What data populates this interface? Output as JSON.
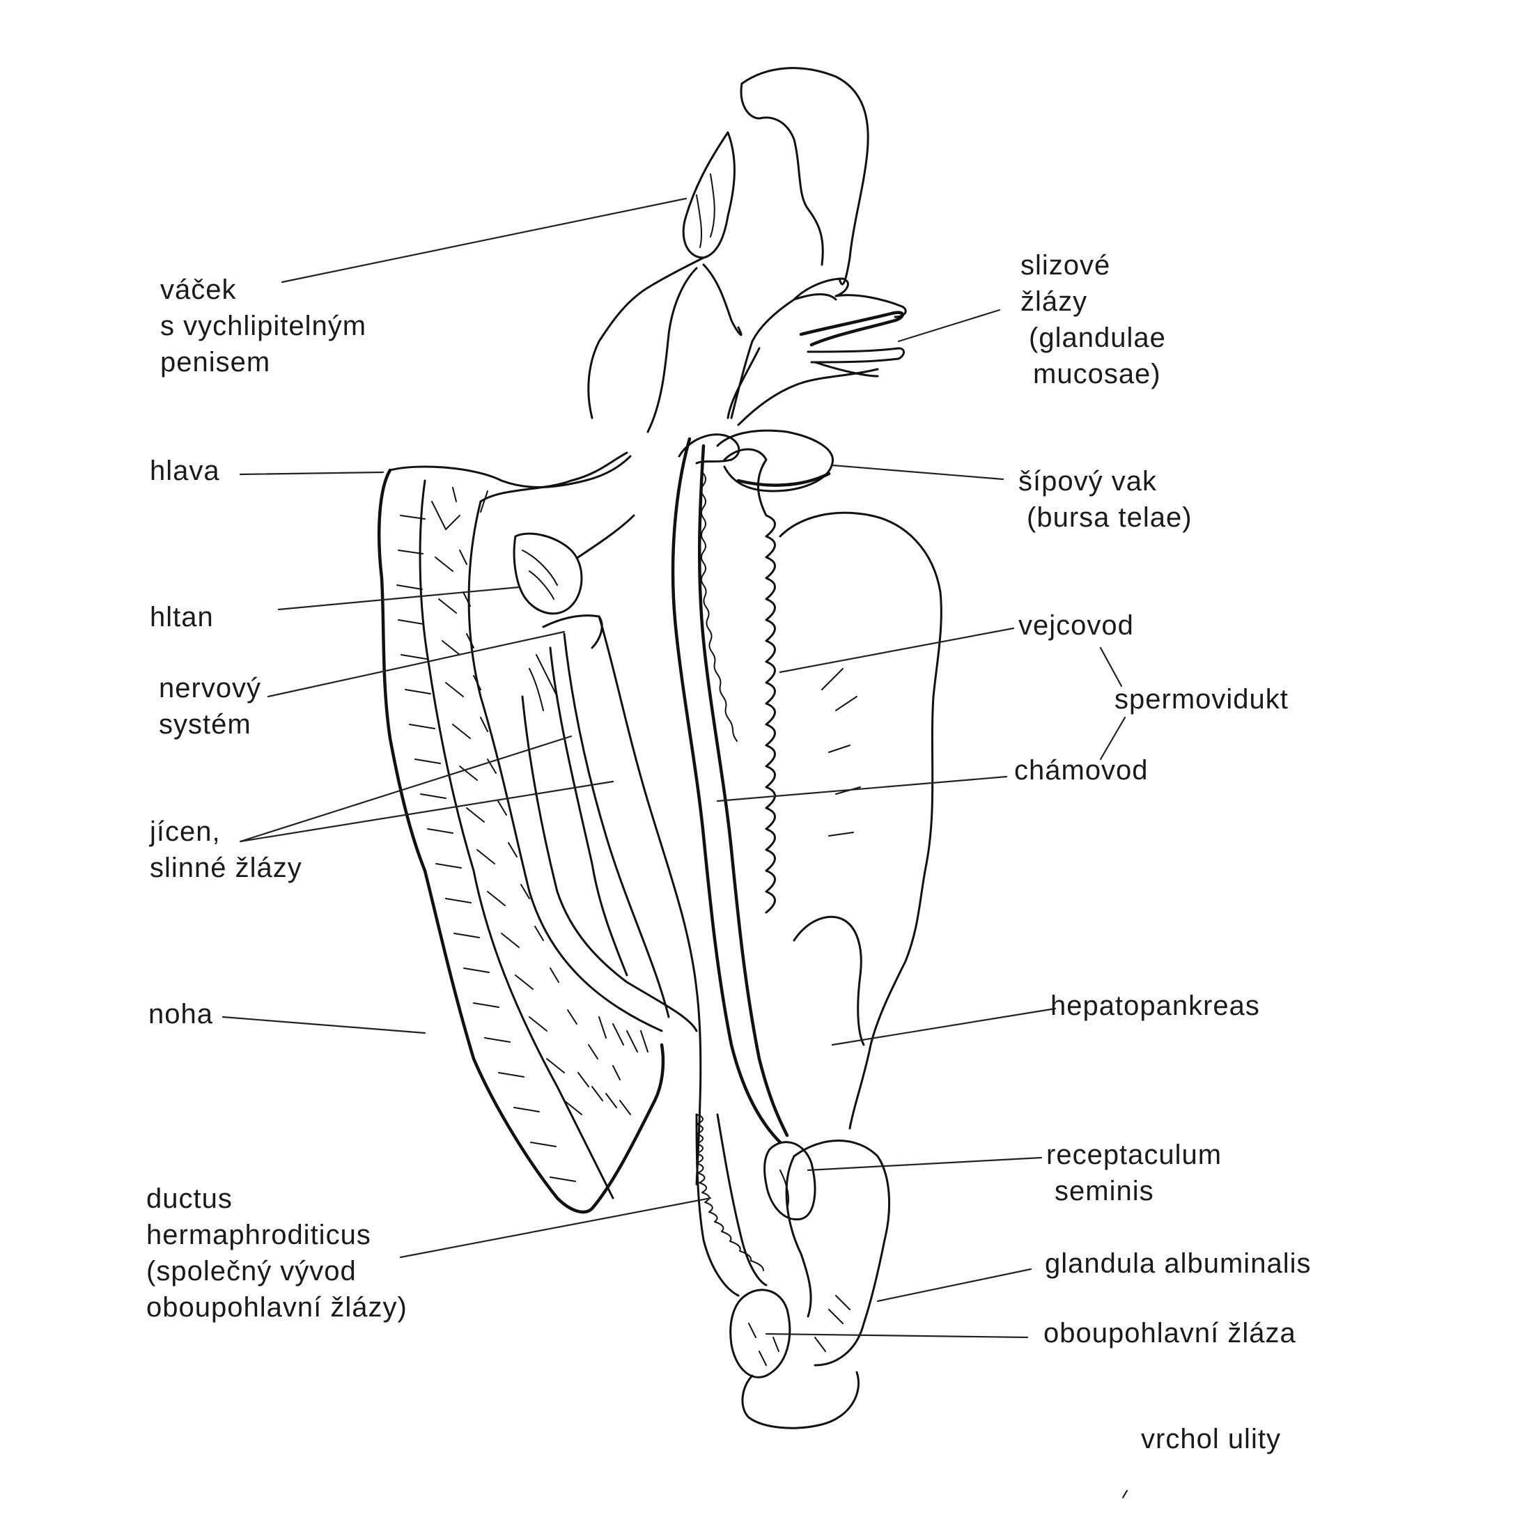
{
  "labels": {
    "vacek_1": "váček",
    "vacek_2": "s vychlipitelným",
    "vacek_3": "penisem",
    "hlava": "hlava",
    "hltan": "hltan",
    "nervovy_1": "nervový",
    "nervovy_2": "systém",
    "jicen_1": "jícen,",
    "jicen_2": "slinné žlázy",
    "noha": "noha",
    "ductus_1": "ductus",
    "ductus_2": "hermaphroditicus",
    "ductus_3": "(společný vývod",
    "ductus_4": "oboupohlavní žlázy)",
    "slizove_1": "slizové",
    "slizove_2": "žlázy",
    "slizove_3": "(glandulae",
    "slizove_4": "mucosae)",
    "sipovy_1": "šípový vak",
    "sipovy_2": "(bursa telae)",
    "vejcovod": "vejcovod",
    "spermovidukt": "spermovidukt",
    "chamovod": "chámovod",
    "hepatopankreas": "hepatopankreas",
    "receptaculum_1": "receptaculum",
    "receptaculum_2": "seminis",
    "glandula": "glandula albuminalis",
    "oboupohlavni": "oboupohlavní žláza",
    "vrchol": "vrchol ulity"
  }
}
